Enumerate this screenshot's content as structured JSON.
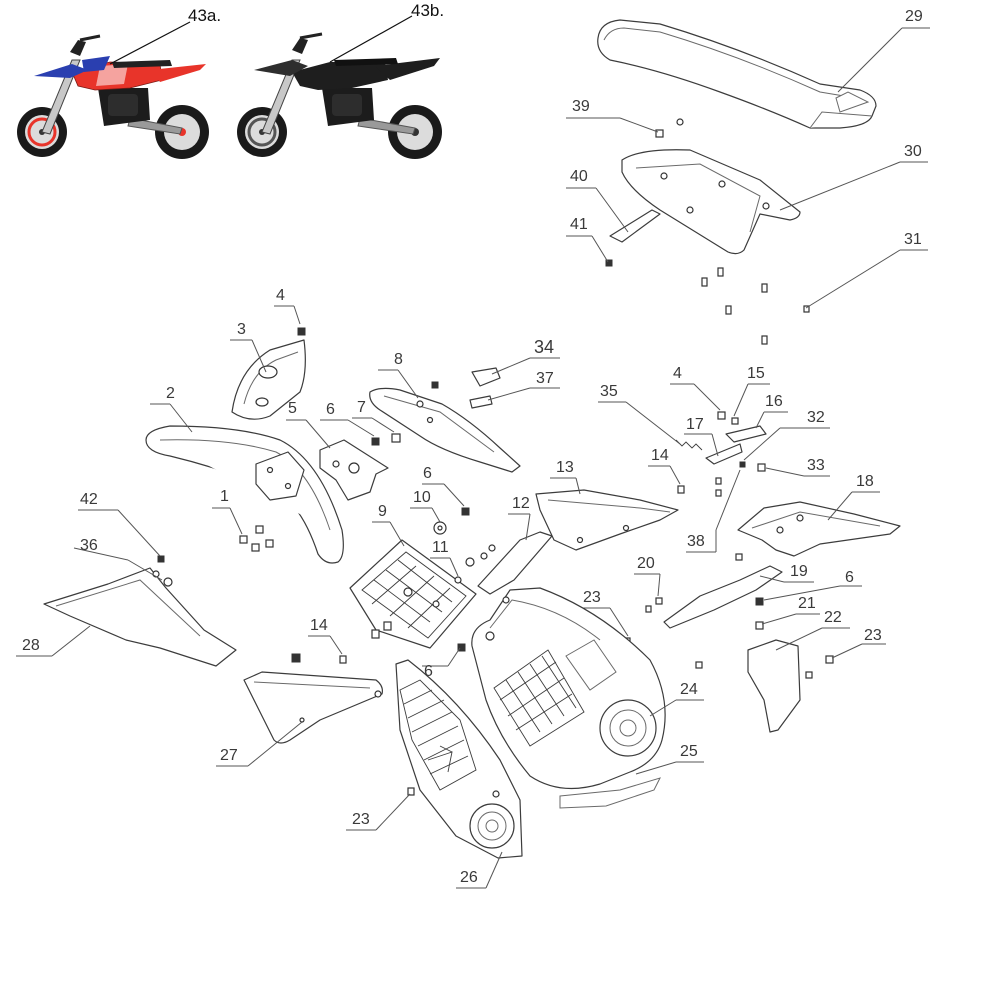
{
  "photos": [
    {
      "label": "43a.",
      "colors": {
        "primary": "#e8342a",
        "secondary": "#2a3fb0",
        "frame": "#1c1c1c"
      }
    },
    {
      "label": "43b.",
      "colors": {
        "primary": "#1e1e1e",
        "secondary": "#2e2e2e",
        "frame": "#1c1c1c"
      }
    }
  ],
  "callouts": {
    "c1": "1",
    "c2": "2",
    "c3": "3",
    "c4a": "4",
    "c4b": "4",
    "c5": "5",
    "c6a": "6",
    "c6b": "6",
    "c6c": "6",
    "c6d": "6",
    "c7": "7",
    "c8": "8",
    "c9": "9",
    "c10": "10",
    "c11": "11",
    "c12": "12",
    "c13": "13",
    "c14a": "14",
    "c14b": "14",
    "c15": "15",
    "c16": "16",
    "c17": "17",
    "c18": "18",
    "c19": "19",
    "c20": "20",
    "c21": "21",
    "c22": "22",
    "c23a": "23",
    "c23b": "23",
    "c23c": "23",
    "c24": "24",
    "c25": "25",
    "c26": "26",
    "c27": "27",
    "c28": "28",
    "c29": "29",
    "c30": "30",
    "c31": "31",
    "c32": "32",
    "c33": "33",
    "c34": "34",
    "c35": "35",
    "c36": "36",
    "c37": "37",
    "c38": "38",
    "c39": "39",
    "c40": "40",
    "c41": "41",
    "c42": "42"
  },
  "icons": {
    "photo": "motorcycle-photo-icon",
    "hardware": "bolt-icon"
  }
}
